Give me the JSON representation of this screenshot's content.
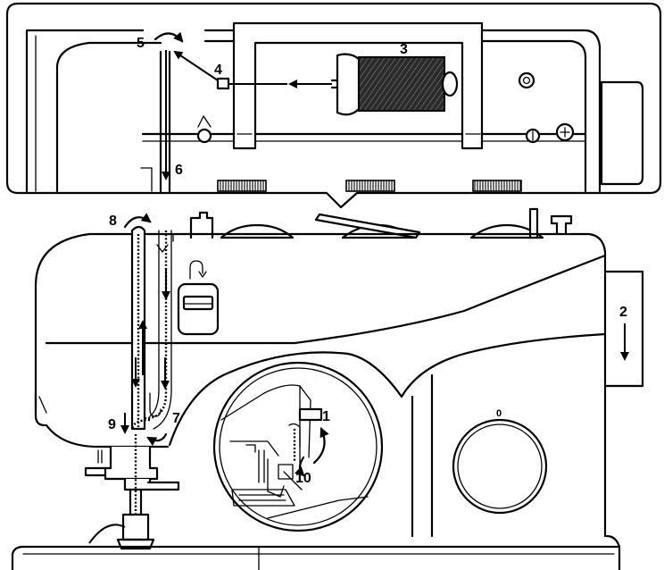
{
  "diagram": {
    "step_labels": {
      "s1": "1",
      "s2": "2",
      "s3": "3",
      "s4": "4",
      "s5": "5",
      "s6": "6",
      "s7": "7",
      "s8": "8",
      "s9": "9",
      "s10": "10"
    },
    "dial_label": "0"
  }
}
